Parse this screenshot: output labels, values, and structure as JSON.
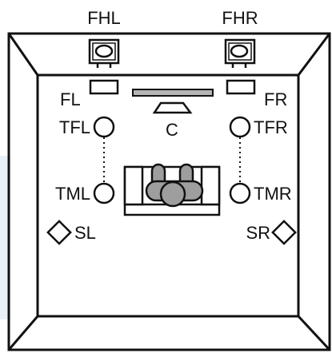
{
  "labels": {
    "fhl": "FHL",
    "fhr": "FHR",
    "fl": "FL",
    "fr": "FR",
    "c": "C",
    "tfl": "TFL",
    "tfr": "TFR",
    "tml": "TML",
    "tmr": "TMR",
    "sl": "SL",
    "sr": "SR"
  },
  "colors": {
    "stroke": "#111111",
    "screen": "#b5b5b5",
    "listener": "#9e9e9e",
    "accent_band": "#e9f0f8"
  }
}
